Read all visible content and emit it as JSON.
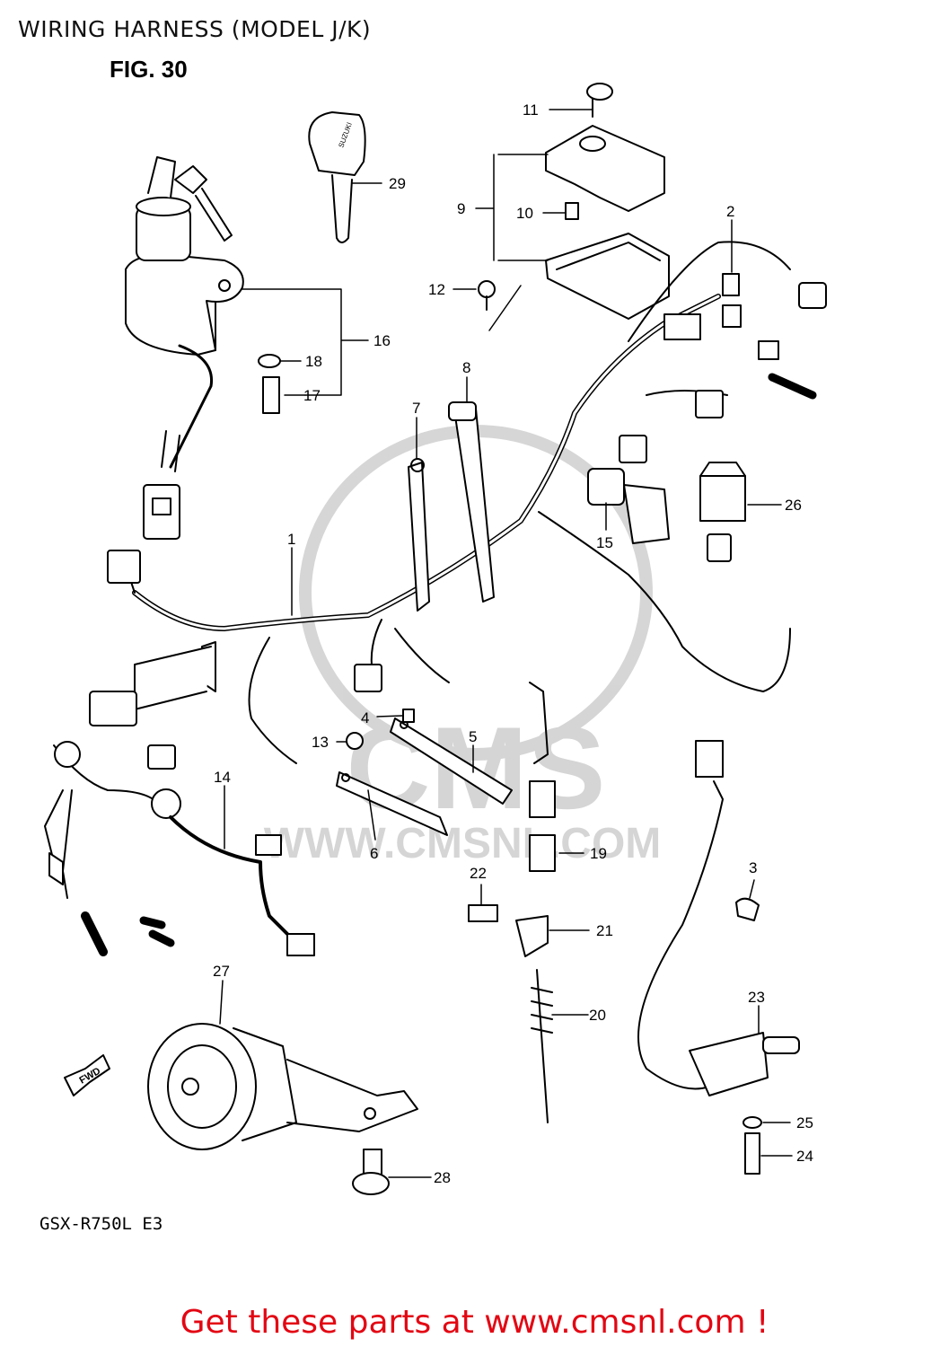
{
  "header": {
    "title": "WIRING HARNESS (MODEL J/K)",
    "figure": "FIG. 30"
  },
  "diagram": {
    "model_code": "GSX-R750L E3",
    "fwd_label": "FWD",
    "watermark_text": "WWW.CMSNL.COM",
    "watermark_logo": "CMS",
    "key_brand": "SUZUKI",
    "callouts": [
      "1",
      "2",
      "3",
      "4",
      "5",
      "6",
      "7",
      "8",
      "9",
      "10",
      "11",
      "12",
      "13",
      "14",
      "15",
      "16",
      "17",
      "18",
      "19",
      "20",
      "21",
      "22",
      "23",
      "24",
      "25",
      "26",
      "27",
      "28",
      "29"
    ]
  },
  "footer": {
    "link_text": "Get these parts at www.cmsnl.com !",
    "link_color": "#e30613"
  }
}
